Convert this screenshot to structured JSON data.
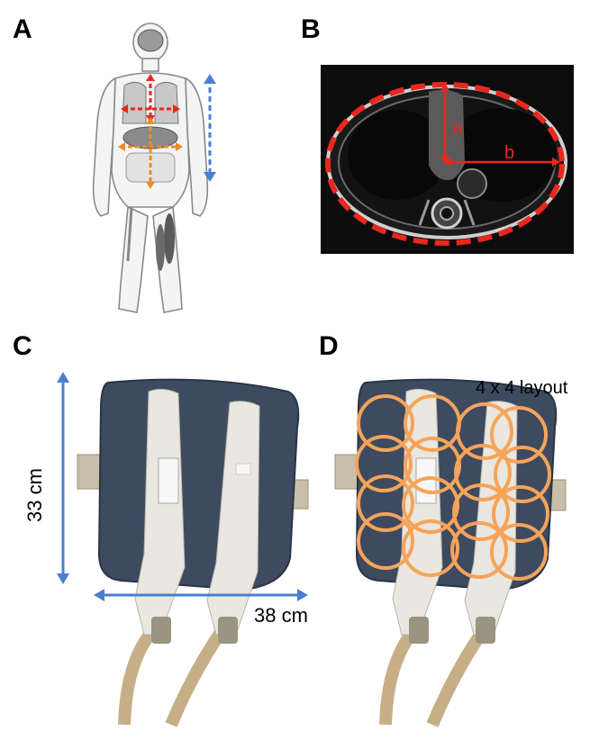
{
  "panels": {
    "a": {
      "letter": "A"
    },
    "b": {
      "letter": "B",
      "label_a": "a",
      "label_b": "b"
    },
    "c": {
      "letter": "C",
      "height_label": "33 cm",
      "width_label": "38 cm"
    },
    "d": {
      "letter": "D",
      "layout_label": "4 x 4 layout"
    }
  },
  "colors": {
    "red_dashed": "#e8281e",
    "orange_arrow": "#f08a24",
    "blue_arrow": "#4a7fd0",
    "coil_ring": "#f5a45a",
    "pad_blue": "#3d4a60",
    "pad_light": "#e9e7df"
  },
  "icons": [
    "body-outline-icon",
    "brain-icon",
    "lungs-icon",
    "coil-pad-icon"
  ]
}
